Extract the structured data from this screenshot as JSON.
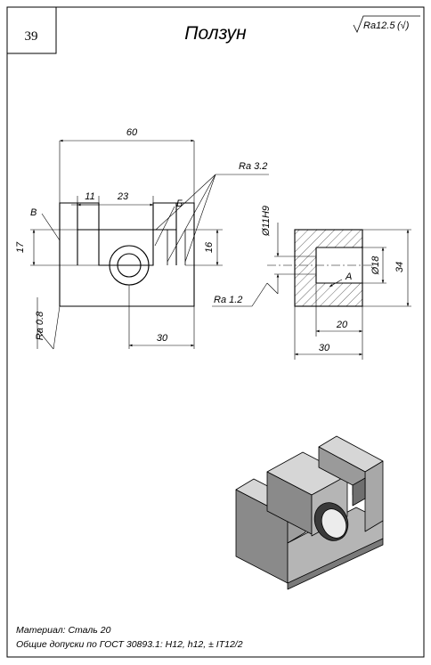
{
  "sheet": {
    "number": "39",
    "title": "Ползун",
    "roughness_default": "Ra12.5",
    "roughness_default_paren": "(√)"
  },
  "front_view": {
    "dim_width": "60",
    "dim_slot_left": "11",
    "dim_slot_width": "23",
    "dim_height_17": "17",
    "dim_height_16": "16",
    "dim_bottom_30": "30",
    "label_b_cyr": "Б",
    "label_v": "В",
    "ra_32": "Ra 3.2",
    "ra_08": "Ra 0.8"
  },
  "side_view": {
    "dim_hole": "Ø11H9",
    "dim_bore": "Ø18",
    "dim_height_34": "34",
    "dim_bore_depth_20": "20",
    "dim_width_30": "30",
    "label_a": "A",
    "ra_12": "Ra 1.2"
  },
  "footer": {
    "material": "Материал: Сталь 20",
    "tolerances": "Общие допуски по ГОСТ 30893.1: H12, h12, ± IT12/2"
  },
  "colors": {
    "line": "#000000",
    "iso_top": "#d6d6d6",
    "iso_front": "#8a8a8a",
    "iso_side": "#b5b5b5"
  }
}
